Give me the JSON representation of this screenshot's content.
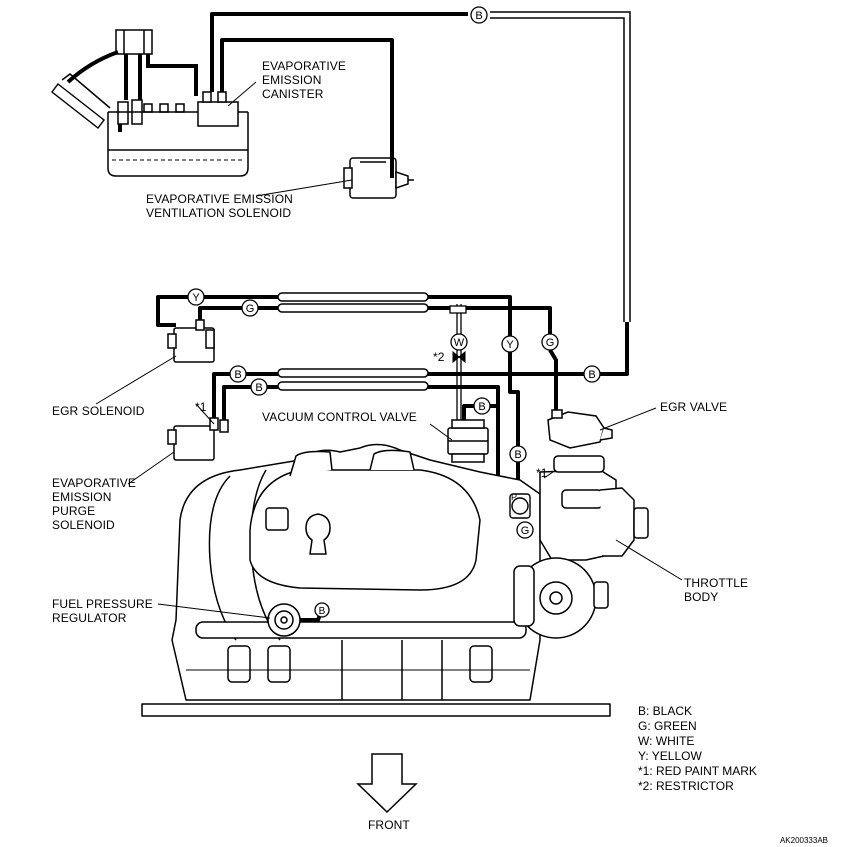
{
  "labels": {
    "canister": "EVAPORATIVE\nEMISSION\nCANISTER",
    "ventilation_solenoid": "EVAPORATIVE EMISSION\nVENTILATION SOLENOID",
    "egr_solenoid": "EGR SOLENOID",
    "purge_solenoid": "EVAPORATIVE\nEMISSION\nPURGE\nSOLENOID",
    "vacuum_control_valve": "VACUUM CONTROL VALVE",
    "egr_valve": "EGR VALVE",
    "throttle_body": "THROTTLE\nBODY",
    "fuel_pressure_regulator": "FUEL PRESSURE\nREGULATOR",
    "front": "FRONT",
    "mark_1_left": "*1",
    "mark_1_right": "*1",
    "mark_2": "*2"
  },
  "hose_tags": {
    "top_black": "B",
    "yellow_left": "Y",
    "green_top": "G",
    "white": "W",
    "yellow_right": "Y",
    "green_right": "G",
    "black_main_left": "B",
    "black_main_right": "B",
    "black_second": "B",
    "black_vcv": "B",
    "black_throttle": "B",
    "green_throttle": "G",
    "black_fpr": "B",
    "port_p": "P"
  },
  "legend": [
    "B: BLACK",
    "G: GREEN",
    "W: WHITE",
    "Y: YELLOW",
    "*1: RED PAINT MARK",
    "*2: RESTRICTOR"
  ],
  "figure_code": "AK200333AB"
}
